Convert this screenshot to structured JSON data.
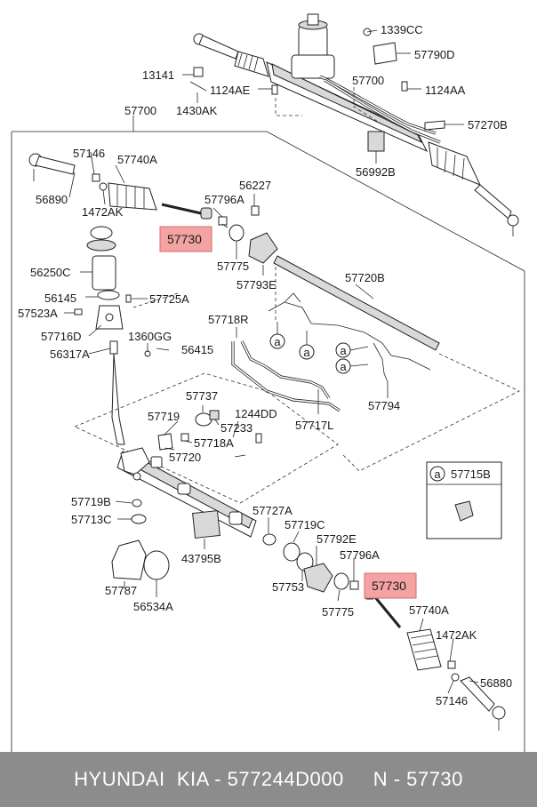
{
  "labels": {
    "l1339cc": "1339CC",
    "l57790d": "57790D",
    "l13141": "13141",
    "l1124ae": "1124AE",
    "l57700_top": "57700",
    "l1124aa": "1124AA",
    "l1430ak": "1430AK",
    "l57700_main": "57700",
    "l57270b": "57270B",
    "l56992b": "56992B",
    "l57146_top": "57146",
    "l57740a_top": "57740A",
    "l56890": "56890",
    "l1472ak_top": "1472AK",
    "l56227": "56227",
    "l57796a_top": "57796A",
    "l57730_top": "57730",
    "l56250c": "56250C",
    "l57775_top": "57775",
    "l57793e": "57793E",
    "l57720b": "57720B",
    "l56145": "56145",
    "l57725a": "57725A",
    "l57523a": "57523A",
    "l57718r": "57718R",
    "l57716d": "57716D",
    "l1360gg": "1360GG",
    "l56317a": "56317A",
    "l56415": "56415",
    "l57737": "57737",
    "l57719": "57719",
    "l1244dd": "1244DD",
    "l57233": "57233",
    "l57718a": "57718A",
    "l57720": "57720",
    "l57794": "57794",
    "l57717l": "57717L",
    "l57715b": "57715B",
    "l57719b": "57719B",
    "l57713c": "57713C",
    "l57727a": "57727A",
    "l57719c": "57719C",
    "l57792e": "57792E",
    "l43795b": "43795B",
    "l57796a_bot": "57796A",
    "l57787": "57787",
    "l57753": "57753",
    "l57730_bot": "57730",
    "l56534a": "56534A",
    "l57775_bot": "57775",
    "l57740a_bot": "57740A",
    "l1472ak_bot": "1472AK",
    "l56880": "56880",
    "l57146_bot": "57146"
  },
  "callout": "a",
  "highlight_color": "#f4a3a3",
  "footer_text": "HYUNDAI  KIA - 577244D000     N - 57730"
}
